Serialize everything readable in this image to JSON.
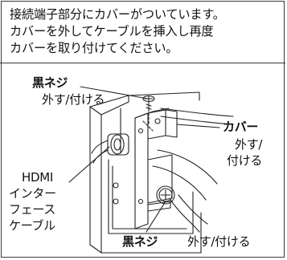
{
  "instructions": {
    "lines": [
      "接続端子部分にカバーがついています。",
      "カバーを外してケーブルを挿入し再度",
      "カバーを取り付けてください。"
    ]
  },
  "labels": {
    "top_screw": {
      "name": "黒ネジ",
      "action": "外す/付ける"
    },
    "cover": {
      "name": "カバー",
      "action_line1": "外す/",
      "action_line2": "付ける"
    },
    "hdmi_cable": {
      "line1": "HDMI",
      "line2": "インター",
      "line3": "フェース",
      "line4": "ケーブル"
    },
    "bottom_screw": {
      "name": "黒ネジ",
      "action": "外す/付ける"
    }
  },
  "colors": {
    "line": "#222222",
    "frame": "#3a3a3a"
  }
}
